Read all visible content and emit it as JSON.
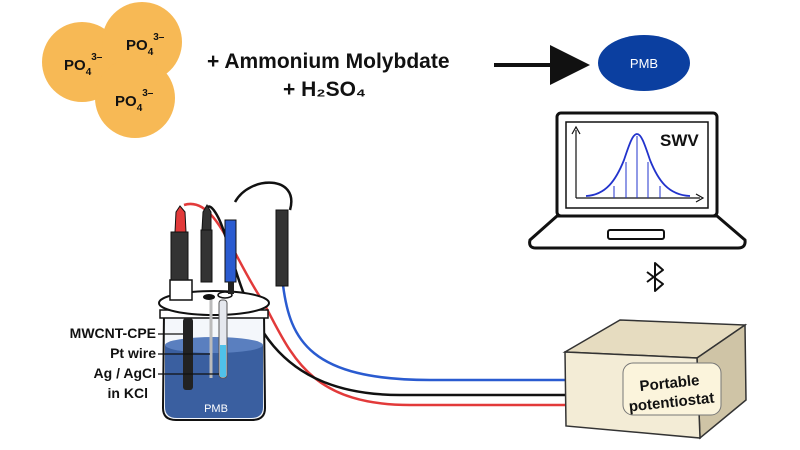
{
  "phosphate": {
    "ions": [
      {
        "base": "PO",
        "sub": "4",
        "sup": "3–"
      },
      {
        "base": "PO",
        "sub": "4",
        "sup": "3–"
      },
      {
        "base": "PO",
        "sub": "4",
        "sup": "3–"
      }
    ],
    "color": "#f7b955"
  },
  "reagents": {
    "line1": "+ Ammonium Molybdate",
    "line2": "+ H₂SO₄"
  },
  "product": {
    "label": "PMB",
    "color": "#0b3fa0"
  },
  "laptop": {
    "screen_label": "SWV",
    "curve_color": "#2233cc"
  },
  "cell": {
    "solution_label": "PMB",
    "solution_color": "#3a5fa0",
    "electrode_labels": [
      "MWCNT-CPE",
      "Pt wire",
      "Ag / AgCl",
      "in KCl"
    ]
  },
  "potentiostat": {
    "label_line1": "Portable",
    "label_line2": "potentiostat",
    "color": "#f3ecd6"
  },
  "wires": {
    "red": "#e23a3a",
    "blue": "#2a5bd0",
    "black": "#111111"
  },
  "icons": {
    "connection": "bluetooth-icon",
    "flow": "arrow-right-icon"
  }
}
